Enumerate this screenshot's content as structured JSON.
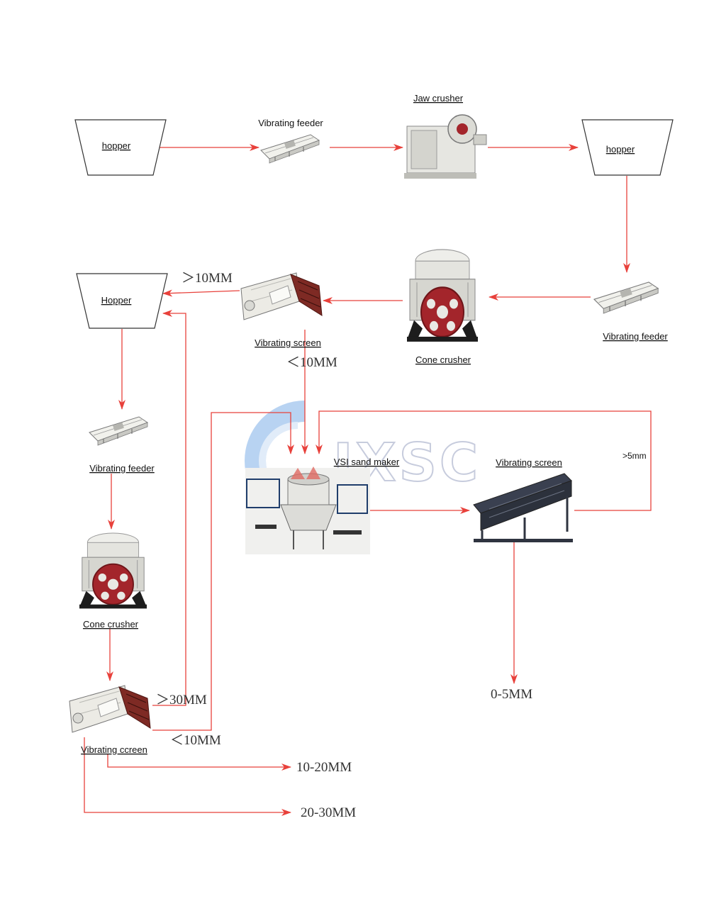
{
  "watermark": {
    "text": "JXSC"
  },
  "labels": {
    "hopper_1": "hopper",
    "feeder_1": "Vibrating feeder",
    "jaw_crusher": "Jaw crusher",
    "hopper_2": "hopper",
    "feeder_2": "Vibrating feeder",
    "cone_crusher_1": "Cone crusher",
    "screen_1": "Vibrating screen",
    "hopper_3": "Hopper",
    "feeder_3": "Vibrating feeder",
    "cone_crusher_2": "Cone crusher",
    "screen_2": "Vibrating ccreen",
    "vsi": "VSI sand maker",
    "screen_3": "Vibrating screen"
  },
  "sizes": {
    "gt10": "＞10MM",
    "lt10_a": "＜10MM",
    "gt30": "＞30MM",
    "lt10_b": "＜10MM",
    "out_10_20": "10-20MM",
    "out_20_30": "20-30MM",
    "gt5": ">5mm",
    "out_0_5": "0-5MM"
  },
  "colors": {
    "arrow": "#e8413b",
    "machine_red": "#a3252b",
    "machine_grey": "#d8d8d3",
    "machine_dark": "#2f3440"
  }
}
